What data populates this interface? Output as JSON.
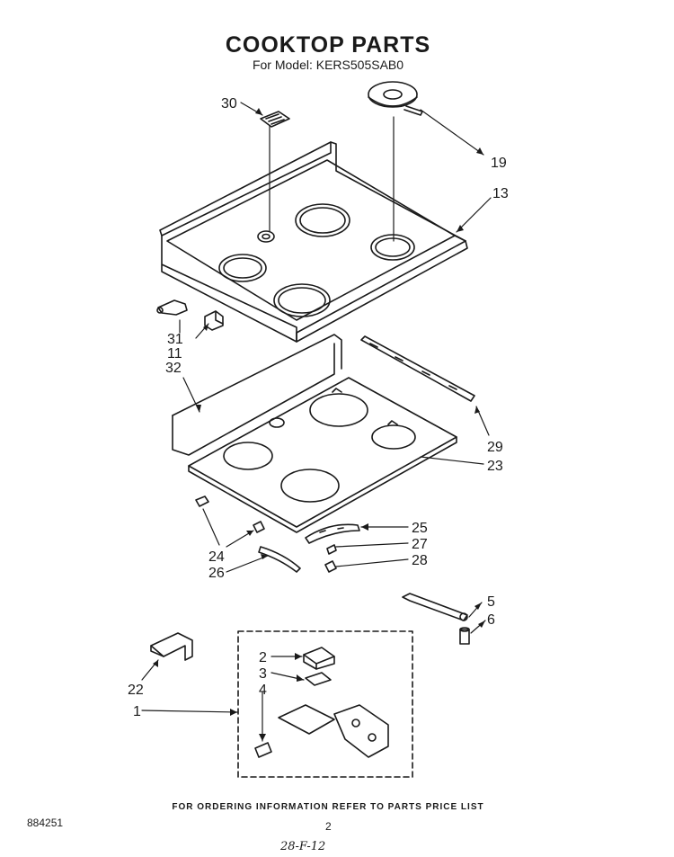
{
  "header": {
    "title": "COOKTOP PARTS",
    "subtitle": "For Model: KERS505SAB0"
  },
  "callouts": {
    "c30": "30",
    "c19": "19",
    "c13": "13",
    "c31": "31",
    "c11": "11",
    "c32": "32",
    "c29": "29",
    "c23": "23",
    "c25": "25",
    "c27": "27",
    "c28": "28",
    "c24": "24",
    "c26": "26",
    "c5": "5",
    "c6": "6",
    "c22": "22",
    "c2": "2",
    "c3": "3",
    "c4": "4",
    "c1": "1"
  },
  "footer": {
    "note": "FOR ORDERING INFORMATION REFER TO PARTS PRICE LIST",
    "doc_number": "884251",
    "page_number": "2",
    "handwritten": "28-F-12"
  },
  "colors": {
    "ink": "#1a1a1a",
    "paper": "#ffffff"
  }
}
